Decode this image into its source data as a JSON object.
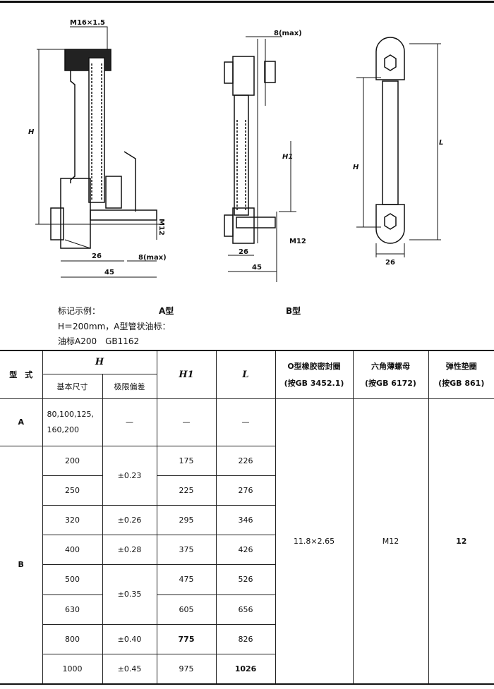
{
  "drawing": {
    "thread_label": "M16×1.5",
    "h_label": "H",
    "h1_label": "H1",
    "l_label": "L",
    "m12_label": "M12",
    "dim_26": "26",
    "dim_45": "45",
    "dim_8max": "8(max)",
    "type_a_caption": "A型",
    "type_b_caption": "B型"
  },
  "notes": {
    "line1": "标记示例：",
    "line2": "H＝200mm，A型管状油标：",
    "line3": "油标A200　GB1162"
  },
  "table": {
    "headers": {
      "type": "型　式",
      "h": "H",
      "h_basic": "基本尺寸",
      "h_tol": "极限偏差",
      "h1": "H1",
      "l": "L",
      "oring": "O型橡胶密封圈",
      "oring_std": "(按GB 3452.1)",
      "nut": "六角薄螺母",
      "nut_std": "(按GB 6172)",
      "washer": "弹性垫圈",
      "washer_std": "(按GB 861)"
    },
    "row_a": {
      "type": "A",
      "h_basic_1": "80,100,125,",
      "h_basic_2": "160,200",
      "tol": "—",
      "h1": "—",
      "l": "—"
    },
    "row_b_type": "B",
    "rows_b": [
      {
        "h": "200",
        "h1": "175",
        "l": "226"
      },
      {
        "h": "250",
        "h1": "225",
        "l": "276"
      },
      {
        "h": "320",
        "h1": "295",
        "l": "346"
      },
      {
        "h": "400",
        "h1": "375",
        "l": "426"
      },
      {
        "h": "500",
        "h1": "475",
        "l": "526"
      },
      {
        "h": "630",
        "h1": "605",
        "l": "656"
      },
      {
        "h": "800",
        "h1": "775",
        "l": "826"
      },
      {
        "h": "1000",
        "h1": "975",
        "l": "1026"
      }
    ],
    "tolerances": [
      "±0.23",
      "±0.26",
      "±0.28",
      "±0.35",
      "±0.40",
      "±0.45"
    ],
    "oring_value": "11.8×2.65",
    "nut_value": "M12",
    "washer_value": "12"
  }
}
